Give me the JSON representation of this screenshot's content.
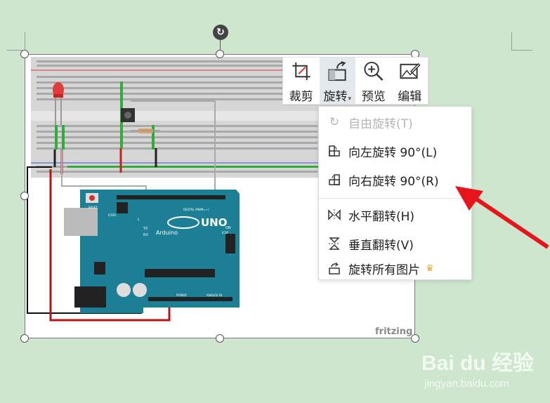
{
  "canvas": {
    "background": "#cde6cd"
  },
  "image": {
    "description_label": "fritzing",
    "board_logo_text": "UNO",
    "board_brand_text": "Arduino",
    "reset_label": "RESET",
    "icsp2_label": "ICSP2",
    "icsp_label": "ICSP",
    "digital_label": "DIGITAL (PWM=~)",
    "power_label": "POWER",
    "analog_label": "ANALOG IN",
    "tx_label": "TX",
    "rx_label": "RX",
    "l_label": "L",
    "on_label": "ON"
  },
  "toolbar": {
    "items": [
      {
        "label": "裁剪",
        "icon": "crop-icon"
      },
      {
        "label": "旋转",
        "icon": "rotate-icon",
        "has_dropdown": true
      },
      {
        "label": "预览",
        "icon": "zoom-icon"
      },
      {
        "label": "编辑",
        "icon": "edit-image-icon"
      }
    ],
    "caret": "▾"
  },
  "rotate_menu": {
    "items": [
      {
        "label": "自由旋转(T)",
        "icon": "free-rotate-icon",
        "disabled": true
      },
      {
        "label": "向左旋转 90°(L)",
        "icon": "rotate-left-icon",
        "disabled": false
      },
      {
        "label": "向右旋转 90°(R)",
        "icon": "rotate-right-icon",
        "disabled": false
      },
      {
        "label": "水平翻转(H)",
        "icon": "flip-horizontal-icon",
        "disabled": false
      },
      {
        "label": "垂直翻转(V)",
        "icon": "flip-vertical-icon",
        "disabled": false
      },
      {
        "label": "旋转所有图片",
        "icon": "rotate-all-icon",
        "disabled": false,
        "premium": true
      }
    ],
    "crown_glyph": "♛"
  },
  "rotate_handle_glyph": "↻",
  "annotation": {
    "arrow_color": "#e8141c"
  },
  "watermark": {
    "main": "Bai du 经验",
    "sub": "jingyan.baidu.com"
  }
}
